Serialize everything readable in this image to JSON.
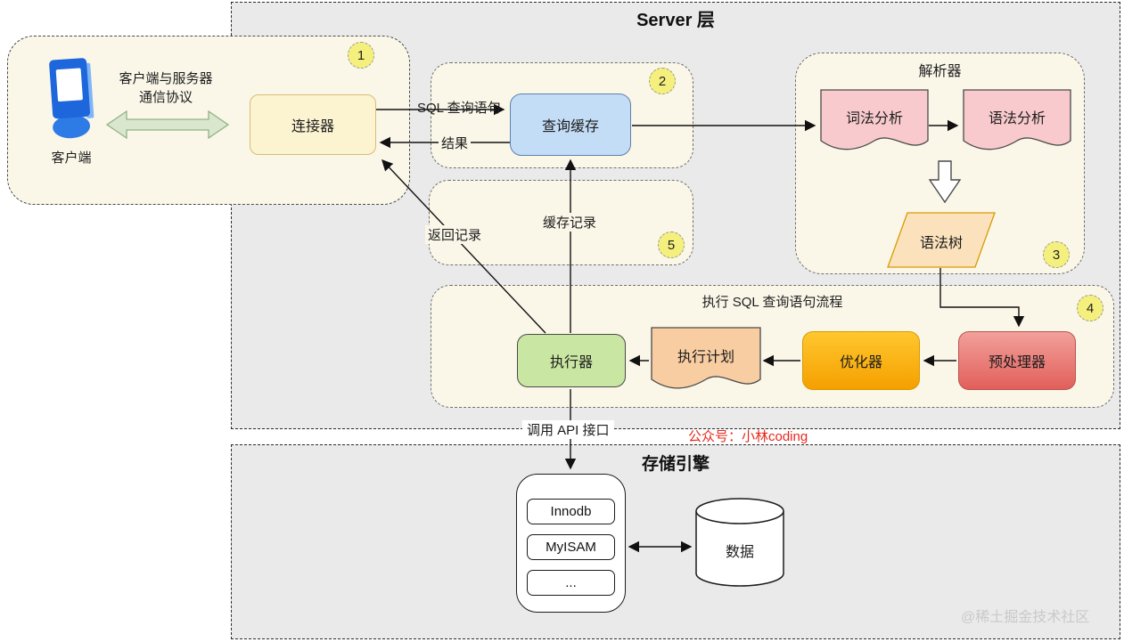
{
  "regions": {
    "server": {
      "title": "Server 层"
    },
    "storage": {
      "title": "存储引擎"
    }
  },
  "client": {
    "badge": "1",
    "device_label": "客户端",
    "protocol_line1": "客户端与服务器",
    "protocol_line2": "通信协议",
    "connector_label": "连接器"
  },
  "query_cache": {
    "badge": "2",
    "label": "查询缓存"
  },
  "parser": {
    "badge": "3",
    "title": "解析器",
    "lexical_label": "词法分析",
    "syntax_label": "语法分析",
    "tree_label": "语法树"
  },
  "cache_group": {
    "badge": "5",
    "cache_record_label": "缓存记录",
    "return_record_label": "返回记录"
  },
  "exec_flow": {
    "badge": "4",
    "title": "执行 SQL 查询语句流程",
    "executor_label": "执行器",
    "plan_label": "执行计划",
    "optimizer_label": "优化器",
    "preprocessor_label": "预处理器"
  },
  "edges": {
    "sql_query": "SQL 查询语句",
    "result": "结果",
    "call_api": "调用 API 接口"
  },
  "storage_engine": {
    "engines": [
      "Innodb",
      "MyISAM",
      "..."
    ],
    "data_label": "数据"
  },
  "annotations": {
    "wechat": "公众号：小林coding",
    "watermark": "@稀土掘金技术社区"
  },
  "colors": {
    "region_bg": "#EAEAEB",
    "group_bg": "#FAF7E9",
    "connector_fill": "#FCF3D1",
    "query_cache_fill": "#C3DDF6",
    "analysis_doc_fill": "#F8CACD",
    "syntax_tree_fill": "#FBE2BC",
    "executor_fill": "#C9E6A2",
    "plan_doc_fill": "#F8CDA2",
    "optimizer_fill": "#F5A000",
    "preprocessor_fill": "#E25F5B",
    "badge_fill": "#F5F07E",
    "protocol_arrow_fill": "#D9E7CE",
    "wechat_red": "#E8281E",
    "watermark_gray": "#C9C9C9"
  }
}
